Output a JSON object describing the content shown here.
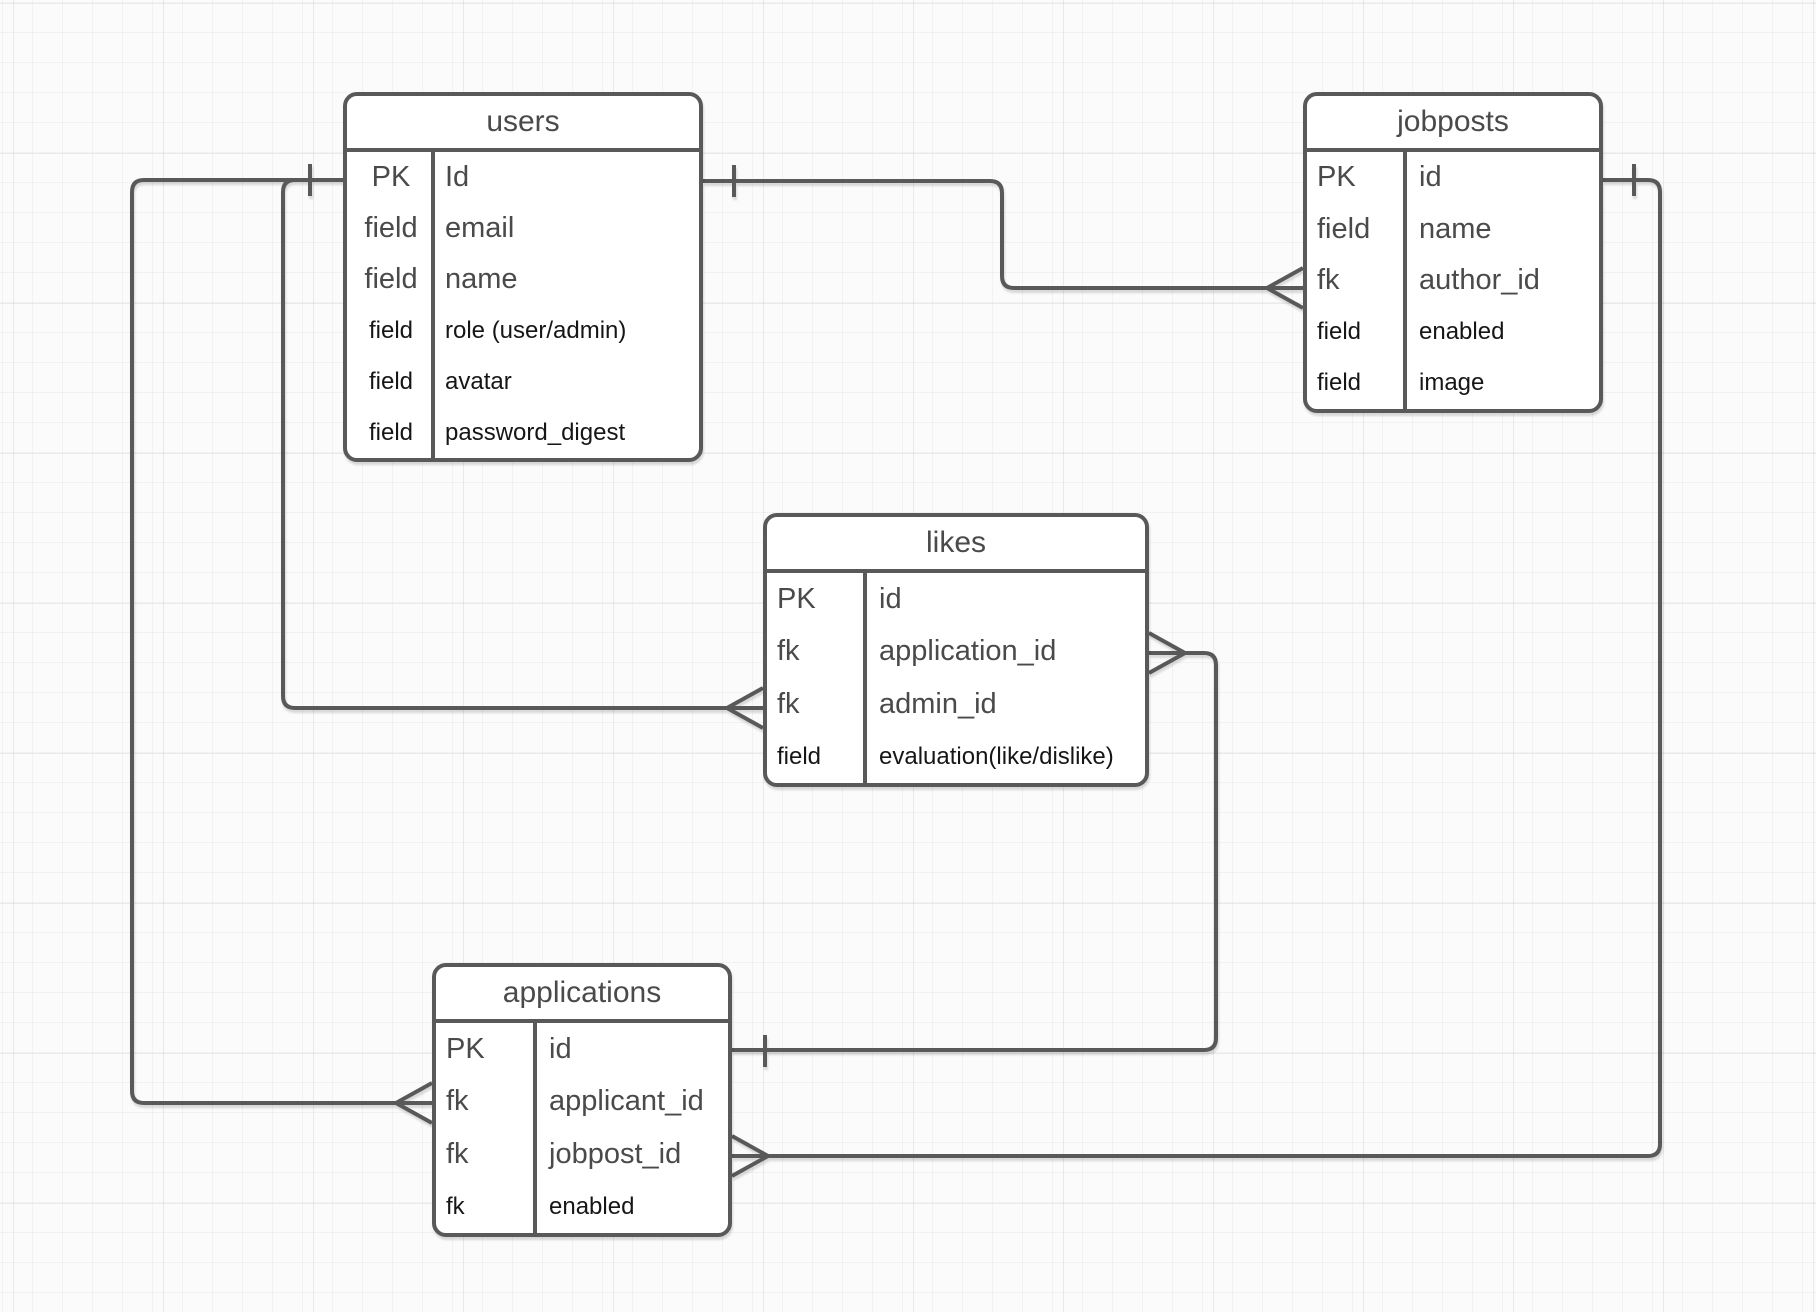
{
  "diagram": {
    "type": "entity-relationship",
    "tables": [
      {
        "name": "users",
        "title": "users",
        "rows": [
          {
            "key": "PK",
            "value": "Id",
            "size": "large"
          },
          {
            "key": "field",
            "value": "email",
            "size": "large"
          },
          {
            "key": "field",
            "value": "name",
            "size": "large"
          },
          {
            "key": "field",
            "value": "role (user/admin)",
            "size": "small"
          },
          {
            "key": "field",
            "value": "avatar",
            "size": "small"
          },
          {
            "key": "field",
            "value": "password_digest",
            "size": "small"
          }
        ]
      },
      {
        "name": "jobposts",
        "title": "jobposts",
        "rows": [
          {
            "key": "PK",
            "value": "id",
            "size": "large"
          },
          {
            "key": "field",
            "value": "name",
            "size": "large"
          },
          {
            "key": "fk",
            "value": "author_id",
            "size": "large"
          },
          {
            "key": "field",
            "value": "enabled",
            "size": "small"
          },
          {
            "key": "field",
            "value": "image",
            "size": "small"
          }
        ]
      },
      {
        "name": "likes",
        "title": "likes",
        "rows": [
          {
            "key": "PK",
            "value": "id",
            "size": "large"
          },
          {
            "key": "fk",
            "value": "application_id",
            "size": "large"
          },
          {
            "key": "fk",
            "value": "admin_id",
            "size": "large"
          },
          {
            "key": "field",
            "value": "evaluation(like/dislike)",
            "size": "small"
          }
        ]
      },
      {
        "name": "applications",
        "title": "applications",
        "rows": [
          {
            "key": "PK",
            "value": "id",
            "size": "large"
          },
          {
            "key": "fk",
            "value": "applicant_id",
            "size": "large"
          },
          {
            "key": "fk",
            "value": "jobpost_id",
            "size": "large"
          },
          {
            "key": "fk",
            "value": "enabled",
            "size": "small"
          }
        ]
      }
    ],
    "relationships": [
      {
        "from_table": "users",
        "from_field": "Id",
        "from_cardinality": "one",
        "to_table": "jobposts",
        "to_field": "author_id",
        "to_cardinality": "many"
      },
      {
        "from_table": "users",
        "from_field": "Id",
        "from_cardinality": "one",
        "to_table": "likes",
        "to_field": "admin_id",
        "to_cardinality": "many"
      },
      {
        "from_table": "users",
        "from_field": "Id",
        "from_cardinality": "one",
        "to_table": "applications",
        "to_field": "applicant_id",
        "to_cardinality": "many"
      },
      {
        "from_table": "applications",
        "from_field": "id",
        "from_cardinality": "one",
        "to_table": "likes",
        "to_field": "application_id",
        "to_cardinality": "many"
      },
      {
        "from_table": "jobposts",
        "from_field": "id",
        "from_cardinality": "one",
        "to_table": "applications",
        "to_field": "jobpost_id",
        "to_cardinality": "many"
      }
    ],
    "colors": {
      "stroke": "#595959",
      "text_primary": "#4a4a4a",
      "text_secondary": "#161616",
      "table_fill": "#ffffff",
      "canvas": "#fbfbfb"
    }
  }
}
